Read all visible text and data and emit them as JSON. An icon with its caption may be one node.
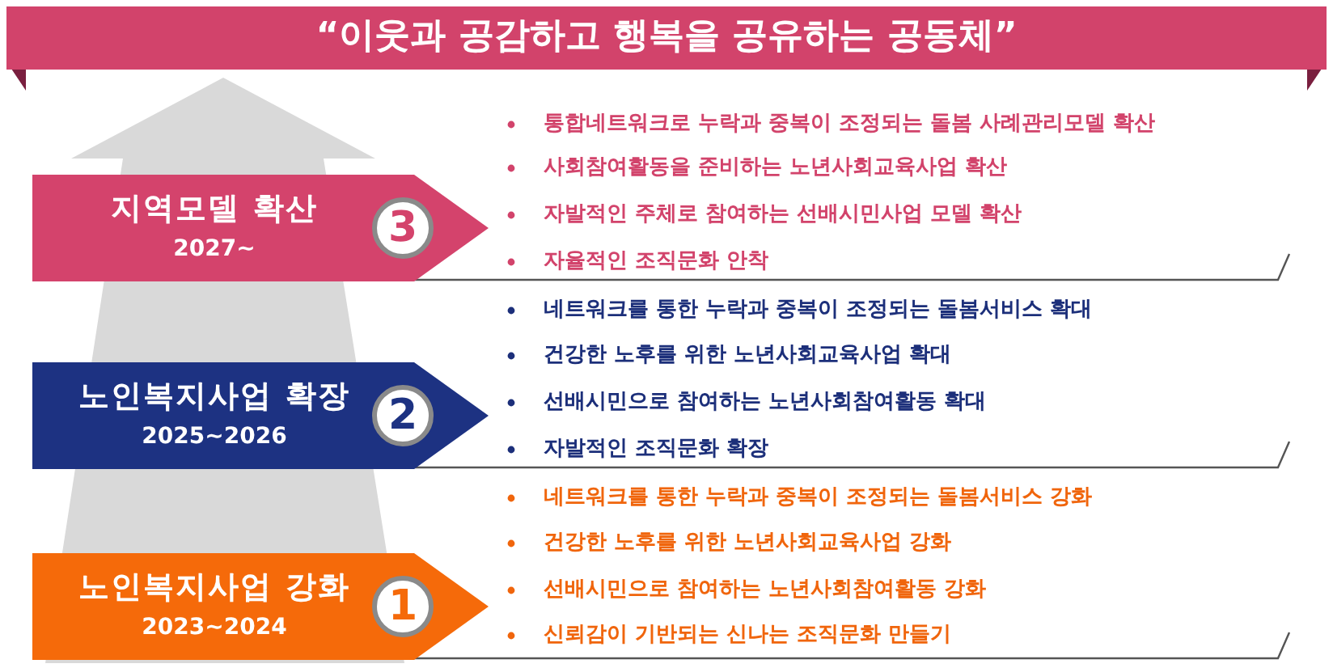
{
  "diagram": {
    "title": "“이웃과 공감하고 행복을 공유하는 공동체”",
    "nodes": [
      {
        "text": [
          "지역모델 확산",
          "2027~",
          "3"
        ],
        "beside": [
          "통합네트워크로 누락과 중복이 조정되는 돌봄 사례관리모델 확산",
          "사회참여활동을 준비하는 노년사회교육사업 확산",
          "자발적인 주체로 참여하는 선배시민사업 모델 확산",
          "자율적인 조직문화 안착"
        ]
      },
      {
        "text": [
          "노인복지사업 확장",
          "2025~2026",
          "2"
        ],
        "beside": [
          "네트워크를 통한 누락과 중복이 조정되는 돌봄서비스 확대",
          "건강한 노후를 위한 노년사회교육사업 확대",
          "선배시민으로 참여하는 노년사회참여활동 확대",
          "자발적인 조직문화 확장"
        ]
      },
      {
        "text": [
          "노인복지사업 강화",
          "2023~2024",
          "1"
        ],
        "beside": [
          "네트워크를 통한 누락과 중복이 조정되는 돌봄서비스 강화",
          "건강한 노후를 위한 노년사회교육사업 강화",
          "선배시민으로 참여하는 노년사회참여활동 강화",
          "신뢰감이 기반되는 신나는 조직문화 만들기"
        ]
      }
    ]
  }
}
